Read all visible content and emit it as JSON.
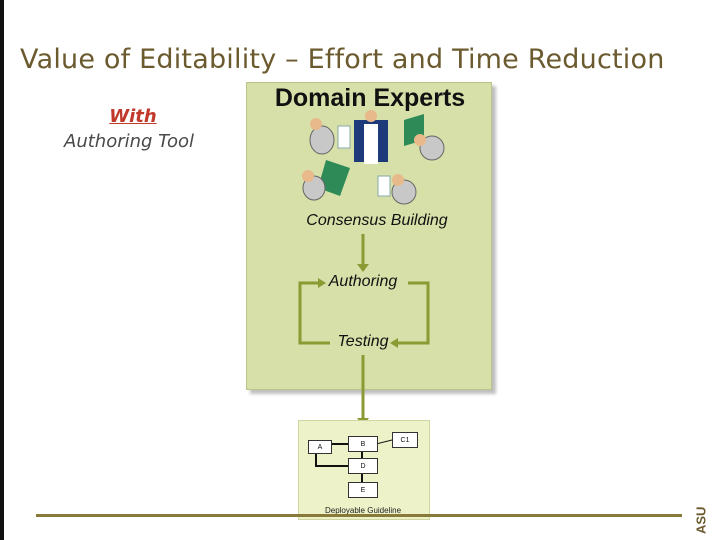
{
  "slide": {
    "title": "Value of Editability – Effort and Time Reduction",
    "with_label": "With",
    "tool_label": "Authoring Tool"
  },
  "diagram": {
    "panel_title": "Domain Experts",
    "steps": [
      "Consensus Building",
      "Authoring",
      "Testing"
    ],
    "guideline": {
      "nodes": [
        "A",
        "B",
        "C1",
        "D",
        "E"
      ],
      "caption": "Deployable Guideline"
    },
    "icons": [
      "experts-illustration-icon"
    ]
  },
  "logo": {
    "text": "ASU"
  },
  "colors": {
    "panel_fill": "#d6e0a8",
    "connector": "#8c9a34",
    "title_text": "#6b5a2e",
    "with_text": "#c0392b",
    "guideline_fill": "#eef2c8"
  }
}
